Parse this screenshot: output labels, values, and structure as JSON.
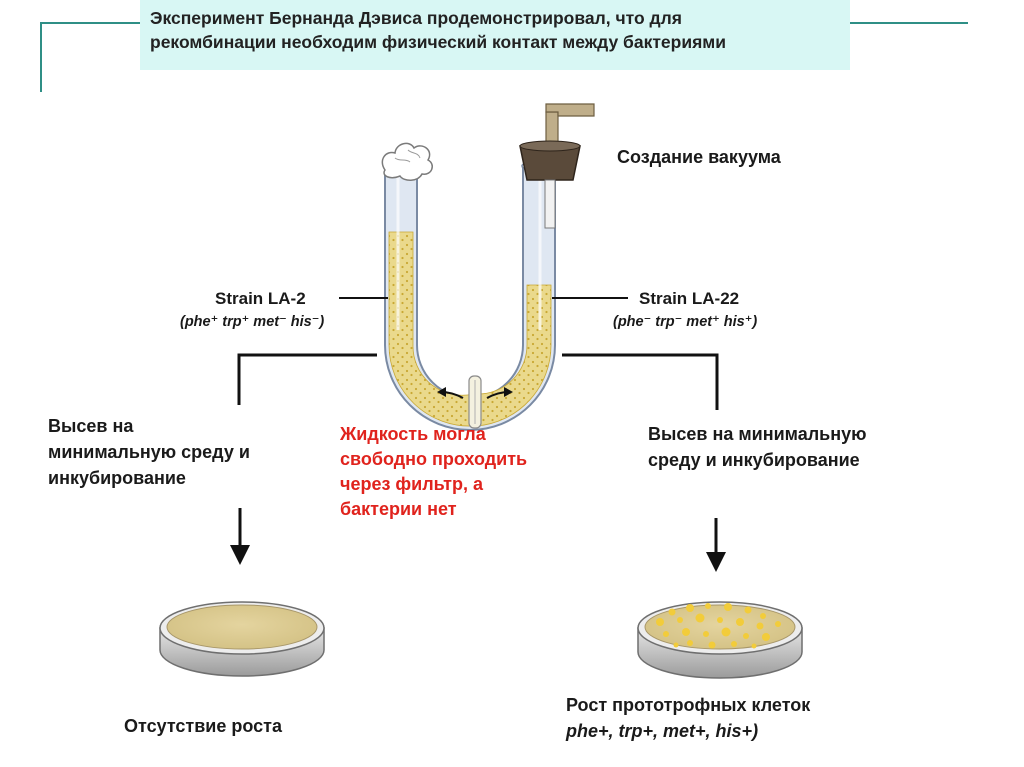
{
  "title": {
    "line1": "Эксперимент Бернанда Дэвиса продемонстрировал, что для",
    "line2": "рекомбинации необходим физический контакт между бактериями"
  },
  "labels": {
    "vacuum": "Создание вакуума",
    "strain_left": {
      "name": "Strain LA-2",
      "genotype": "(phe⁺ trp⁺ met⁻ his⁻)"
    },
    "strain_right": {
      "name": "Strain LA-22",
      "genotype": "(phe⁻ trp⁻ met⁺ his⁺)"
    },
    "plating_left": [
      "Высев на",
      "минимальную среду и",
      "инкубирование"
    ],
    "plating_right": [
      "Высев на минимальную",
      "среду и инкубирование"
    ],
    "filter_note": [
      "Жидкость могла",
      "свободно проходить",
      "через фильтр, а",
      "бактерии нет"
    ],
    "result_left": "Отсутствие роста",
    "result_right": {
      "line1": "Рост прототрофных клеток",
      "line2": "phe+, trp+, met+, his+)"
    }
  },
  "colors": {
    "frame": "#2f8f86",
    "title_bg": "#d8f7f4",
    "red_text": "#e0231d",
    "medium": "#e9dc98",
    "colony": "#f2cc3a"
  },
  "icons": [
    "cotton-plug-icon",
    "stopper-icon",
    "vacuum-tube-icon",
    "filter-icon",
    "down-arrow-icon",
    "petri-dish-icon"
  ]
}
